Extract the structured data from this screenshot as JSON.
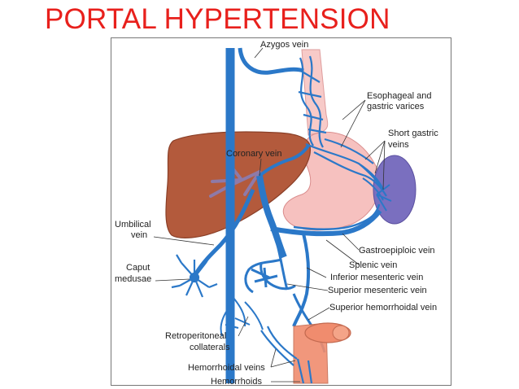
{
  "title": "PORTAL HYPERTENSION",
  "colors": {
    "title": "#e8201c",
    "vein": "#2b78c8",
    "liver": "#b35a3c",
    "stomach": "#f6c1bf",
    "spleen": "#7a6fbf",
    "rectum": "#f08c6e",
    "leader": "#333333"
  },
  "labels": {
    "azygos_vein": "Azygos vein",
    "esophageal_varices_1": "Esophageal and",
    "esophageal_varices_2": "gastric varices",
    "short_gastric_1": "Short gastric",
    "short_gastric_2": "veins",
    "coronary_vein": "Coronary vein",
    "umbilical_vein_1": "Umbilical",
    "umbilical_vein_2": "vein",
    "caput_medusae_1": "Caput",
    "caput_medusae_2": "medusae",
    "gastroepiploic_vein": "Gastroepiploic vein",
    "splenic_vein": "Splenic vein",
    "inferior_mesenteric_vein": "Inferior mesenteric vein",
    "superior_mesenteric_vein": "Superior mesenteric vein",
    "superior_hemorrhoidal_vein": "Superior hemorrhoidal vein",
    "retroperitoneal_collaterals_1": "Retroperitoneal",
    "retroperitoneal_collaterals_2": "collaterals",
    "hemorrhoidal_veins": "Hemorrhoidal veins",
    "hemorrhoids": "Hemorrhoids"
  }
}
